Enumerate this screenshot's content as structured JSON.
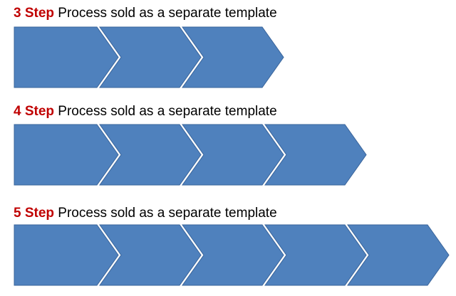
{
  "colors": {
    "step_text": "#c00000",
    "chevron_fill": "#4f81bd",
    "chevron_stroke": "#3a659b",
    "text": "#000000"
  },
  "rows": [
    {
      "step_label": "3 Step",
      "rest": " Process sold as a separate template",
      "steps": 3
    },
    {
      "step_label": "4 Step",
      "rest": " Process sold as a separate template",
      "steps": 4
    },
    {
      "step_label": "5 Step",
      "rest": " Process sold as a separate template",
      "steps": 5
    }
  ]
}
